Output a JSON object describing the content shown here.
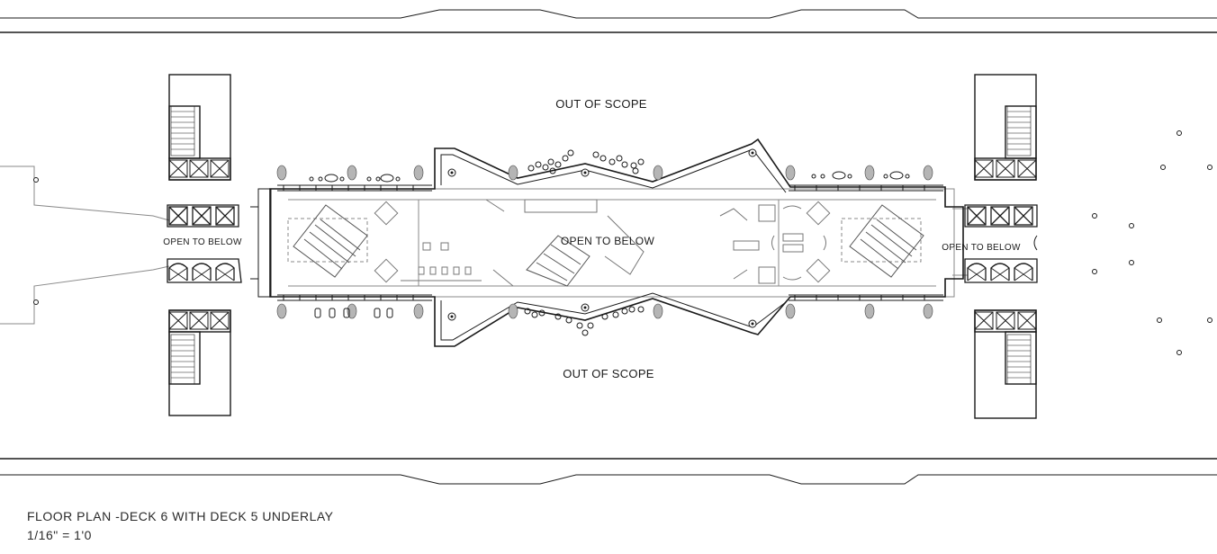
{
  "labels": {
    "out_of_scope_top": "OUT OF SCOPE",
    "out_of_scope_bottom": "OUT OF SCOPE",
    "open_to_below_center": "OPEN TO BELOW",
    "open_to_below_left": "OPEN TO BELOW",
    "open_to_below_right": "OPEN TO BELOW"
  },
  "title_block": {
    "title": "FLOOR PLAN -DECK 6 WITH DECK 5 UNDERLAY",
    "scale": "1/16\" = 1'0"
  },
  "colors": {
    "line": "#1a1a1a",
    "underlay": "#8a8a8a",
    "background": "#ffffff",
    "column_fill": "#b5b5b5"
  }
}
